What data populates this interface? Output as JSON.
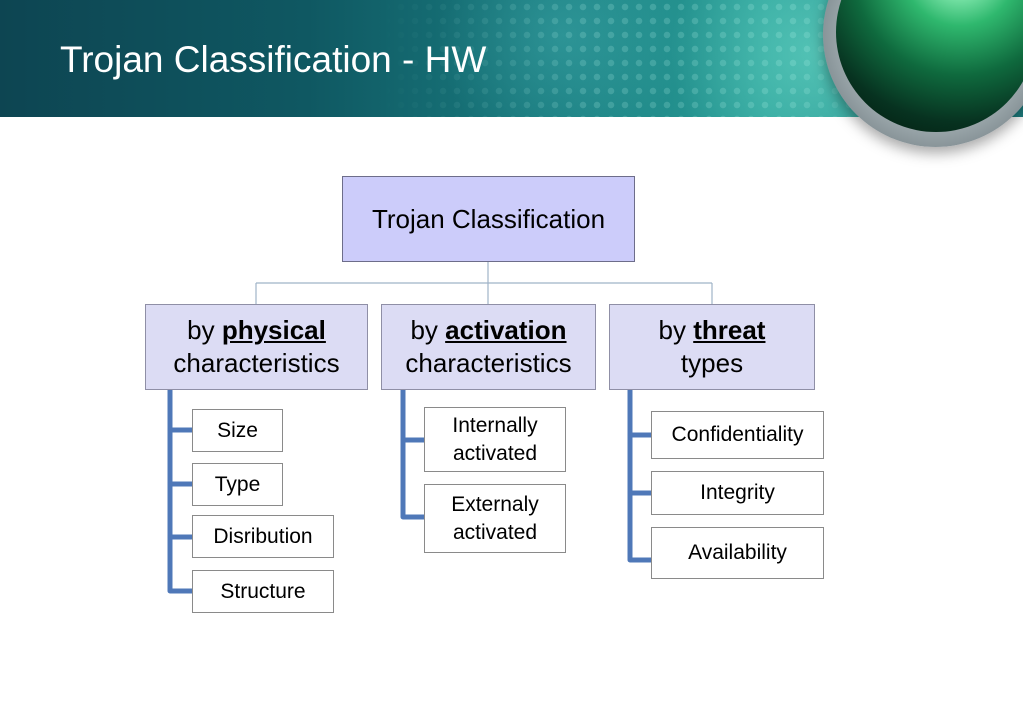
{
  "slide": {
    "title": "Trojan Classification - HW"
  },
  "diagram": {
    "root": "Trojan Classification",
    "categories": [
      {
        "prefix": "by",
        "keyword": "physical",
        "suffix": "characteristics",
        "items": [
          "Size",
          "Type",
          "Disribution",
          "Structure"
        ]
      },
      {
        "prefix": "by",
        "keyword": "activation",
        "suffix": "characteristics",
        "items": [
          "Internally activated",
          "Externaly activated"
        ]
      },
      {
        "prefix": "by",
        "keyword": "threat",
        "suffix": "types",
        "items": [
          "Confidentiality",
          "Integrity",
          "Availability"
        ]
      }
    ]
  },
  "colors": {
    "root_fill": "#ccccfa",
    "category_fill": "#dcdcf4",
    "bracket": "#4f78b8",
    "tree_line": "#9fb3c8"
  }
}
